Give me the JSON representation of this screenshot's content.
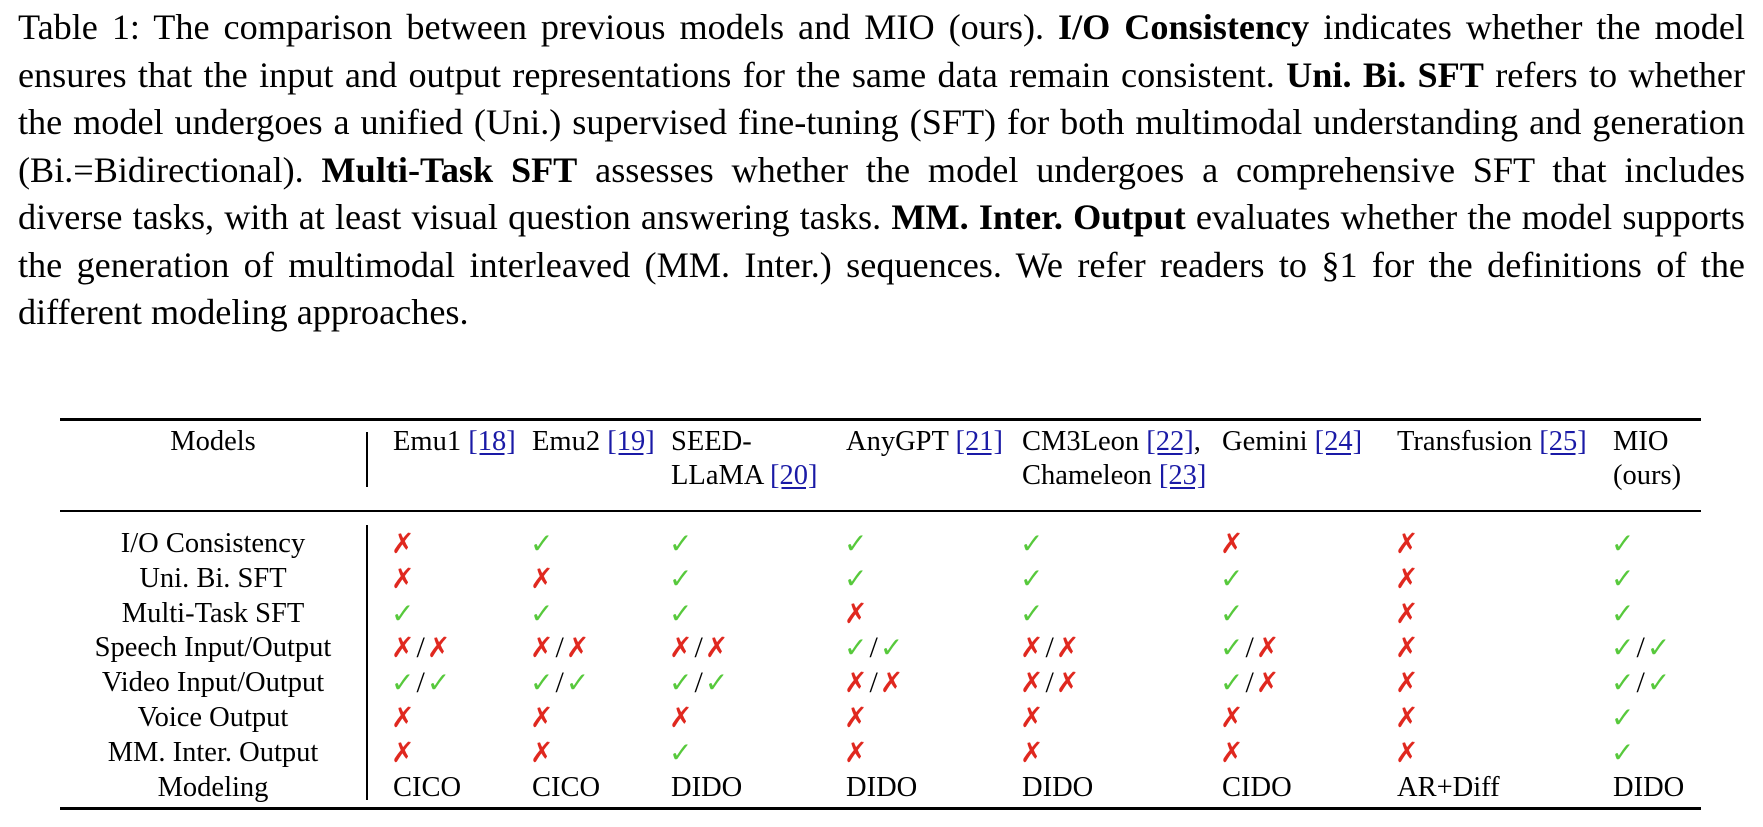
{
  "caption": {
    "p1": "Table 1: The comparison between previous models and MIO (ours). ",
    "b1": "I/O Consistency",
    "p2": " indicates whether the model ensures that the input and output representations for the same data remain consistent. ",
    "b2": "Uni. Bi. SFT",
    "p3": " refers to whether the model undergoes a unified (Uni.) supervised fine-tuning (SFT) for both multimodal understanding and generation (Bi.=Bidirectional). ",
    "b3": "Multi-Task SFT",
    "p4": " assesses whether the model undergoes a comprehensive SFT that includes diverse tasks, with at least visual question answering tasks. ",
    "b4": "MM. Inter. Output",
    "p5": " evaluates whether the model supports the generation of multimodal interleaved (MM. Inter.) sequences. We refer readers to §1 for the definitions of the different modeling approaches."
  },
  "table": {
    "header_label": "Models",
    "columns": [
      {
        "line1": "Emu1 ",
        "ref1": "[18]",
        "line2": "",
        "ref2": ""
      },
      {
        "line1": "Emu2 ",
        "ref1": "[19]",
        "line2": "",
        "ref2": ""
      },
      {
        "line1": "SEED-",
        "ref1": "",
        "line2": "LLaMA ",
        "ref2": "[20]"
      },
      {
        "line1": "AnyGPT ",
        "ref1": "[21]",
        "line2": "",
        "ref2": ""
      },
      {
        "line1": "CM3Leon ",
        "ref1": "[22]",
        "line1b": ",",
        "line2": "Chameleon ",
        "ref2": "[23]"
      },
      {
        "line1": "Gemini ",
        "ref1": "[24]",
        "line2": "",
        "ref2": ""
      },
      {
        "line1": "Transfusion ",
        "ref1": "[25]",
        "line2": "",
        "ref2": ""
      },
      {
        "line1": "MIO",
        "ref1": "",
        "line2": "(ours)",
        "ref2": ""
      }
    ],
    "rows": [
      {
        "label": "I/O Consistency",
        "values": [
          "N",
          "Y",
          "Y",
          "Y",
          "Y",
          "N",
          "N",
          "Y"
        ]
      },
      {
        "label": "Uni. Bi. SFT",
        "values": [
          "N",
          "N",
          "Y",
          "Y",
          "Y",
          "Y",
          "N",
          "Y"
        ]
      },
      {
        "label": "Multi-Task SFT",
        "values": [
          "Y",
          "Y",
          "Y",
          "N",
          "Y",
          "Y",
          "N",
          "Y"
        ]
      },
      {
        "label": "Speech Input/Output",
        "values": [
          "N/N",
          "N/N",
          "N/N",
          "Y/Y",
          "N/N",
          "Y/N",
          "N",
          "Y/Y"
        ]
      },
      {
        "label": "Video Input/Output",
        "values": [
          "Y/Y",
          "Y/Y",
          "Y/Y",
          "N/N",
          "N/N",
          "Y/N",
          "N",
          "Y/Y"
        ]
      },
      {
        "label": "Voice Output",
        "values": [
          "N",
          "N",
          "N",
          "N",
          "N",
          "N",
          "N",
          "Y"
        ]
      },
      {
        "label": "MM. Inter. Output",
        "values": [
          "N",
          "N",
          "Y",
          "N",
          "N",
          "N",
          "N",
          "Y"
        ]
      }
    ],
    "modeling": {
      "label": "Modeling",
      "values": [
        "CICO",
        "CICO",
        "DIDO",
        "DIDO",
        "DIDO",
        "CIDO",
        "AR+Diff",
        "DIDO"
      ]
    },
    "symbols": {
      "yes": "✓",
      "no": "✗",
      "slash": "/"
    },
    "colors": {
      "yes": "#57c93c",
      "no": "#e0281f",
      "ref": "#1a1aa6"
    }
  }
}
